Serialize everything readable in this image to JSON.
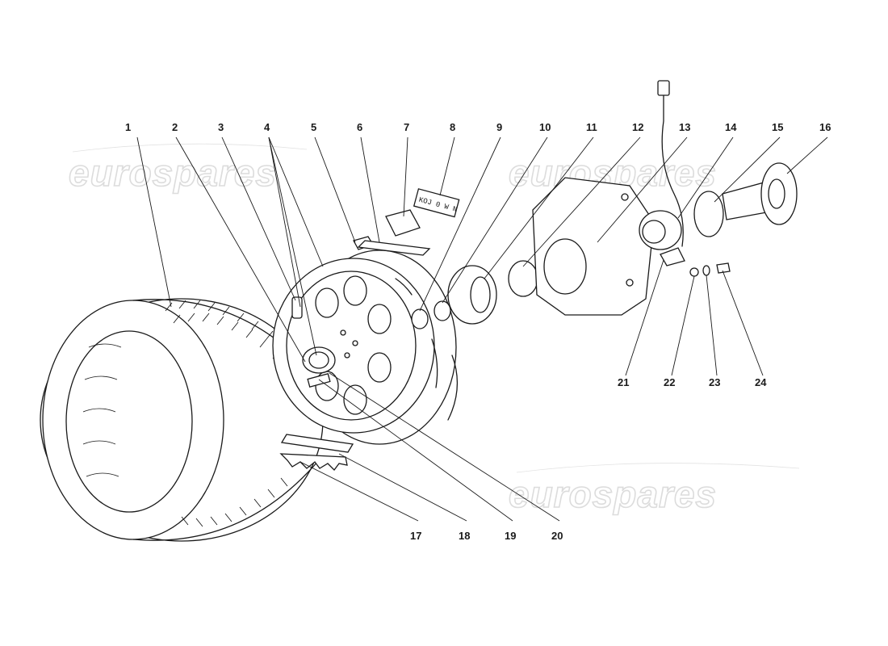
{
  "watermark": "eurospares",
  "callouts": [
    "1",
    "2",
    "3",
    "4",
    "5",
    "6",
    "7",
    "8",
    "9",
    "10",
    "11",
    "12",
    "13",
    "14",
    "15",
    "16",
    "17",
    "18",
    "19",
    "20",
    "21",
    "22",
    "23",
    "24"
  ],
  "label_text": "KOJ 0 W N",
  "colors": {
    "ink": "#1a1a1a",
    "watermark": "#dcdcdc",
    "background": "#ffffff"
  }
}
